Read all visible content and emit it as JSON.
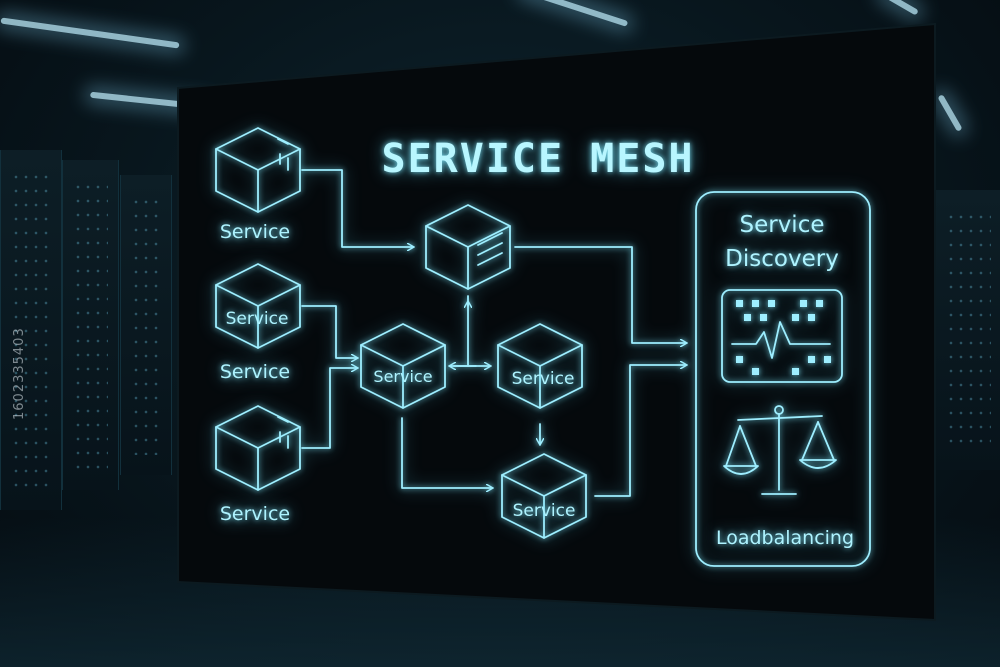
{
  "diagram": {
    "title": "SERVICE MESH",
    "services": [
      {
        "id": "svc-left-top",
        "label": "Service",
        "inner_label": ""
      },
      {
        "id": "svc-left-mid",
        "label": "Service",
        "inner_label": "Service"
      },
      {
        "id": "svc-left-bot",
        "label": "Service",
        "inner_label": ""
      },
      {
        "id": "svc-center-top",
        "label": "",
        "inner_label": ""
      },
      {
        "id": "svc-center-left",
        "label": "",
        "inner_label": "Service"
      },
      {
        "id": "svc-center-right",
        "label": "",
        "inner_label": "Service"
      },
      {
        "id": "svc-center-bot",
        "label": "",
        "inner_label": "Service"
      }
    ],
    "panel": {
      "heading_line1": "Service",
      "heading_line2": "Discovery",
      "monitor_icon": "monitor-pulse-icon",
      "scale_icon": "balance-scale-icon",
      "footer": "Loadbalancing"
    },
    "watermark": "1602335403",
    "colors": {
      "neon": "#9eeeff",
      "board": "#060a0d",
      "background": "#08161d"
    }
  }
}
